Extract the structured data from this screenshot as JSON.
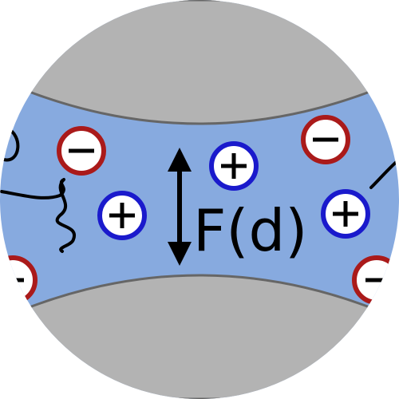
{
  "colors": {
    "background": "#ffffff",
    "solution": "#87aadf",
    "surface": "#b3b3b3",
    "surface_edge": "#666666",
    "positive_ion": "#1a1acc",
    "negative_ion": "#aa1a1a"
  },
  "labels": {
    "force": "F(d)"
  },
  "ions": {
    "positive": [
      {
        "id": "pos-1"
      },
      {
        "id": "pos-2"
      },
      {
        "id": "pos-3"
      }
    ],
    "negative": [
      {
        "id": "neg-1"
      },
      {
        "id": "neg-2"
      },
      {
        "id": "neg-3"
      },
      {
        "id": "neg-4"
      }
    ]
  },
  "icons": [
    "double-arrow-icon",
    "polymer-chain-icon",
    "plus-sign-icon",
    "minus-sign-icon"
  ]
}
